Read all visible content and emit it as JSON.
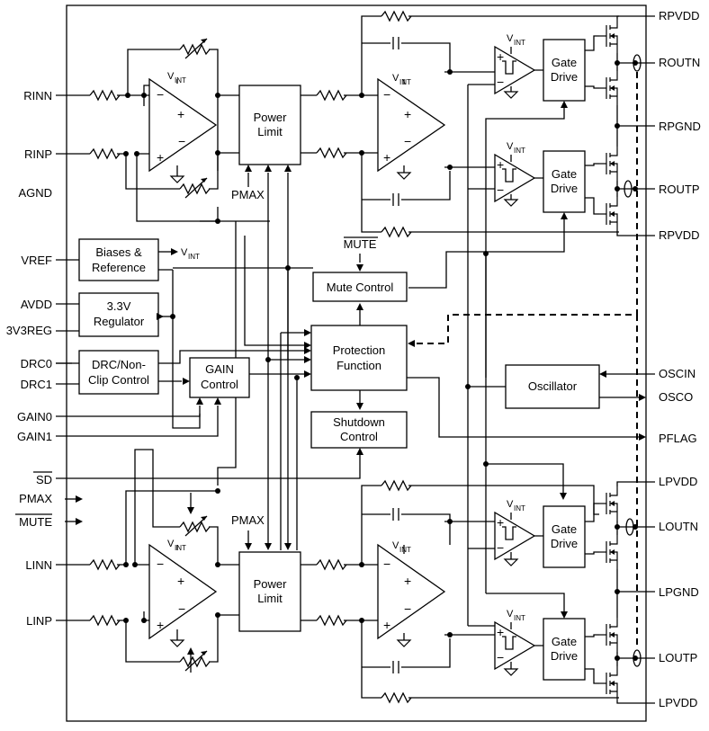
{
  "pins": {
    "left": {
      "rinn": "RINN",
      "rinp": "RINP",
      "agnd": "AGND",
      "vref": "VREF",
      "avdd": "AVDD",
      "v3v3reg": "3V3REG",
      "drc0": "DRC0",
      "drc1": "DRC1",
      "gain0": "GAIN0",
      "gain1": "GAIN1",
      "sd": "SD",
      "pmax": "PMAX",
      "mute": "MUTE",
      "linn": "LINN",
      "linp": "LINP"
    },
    "right": {
      "rpvdd_top": "RPVDD",
      "routn": "ROUTN",
      "rpgnd": "RPGND",
      "routp": "ROUTP",
      "rpvdd_bot": "RPVDD",
      "oscin": "OSCIN",
      "osco": "OSCO",
      "pflag": "PFLAG",
      "lpvdd_top": "LPVDD",
      "loutn": "LOUTN",
      "lpgnd": "LPGND",
      "loutp": "LOUTP",
      "lpvdd_bot": "LPVDD"
    }
  },
  "blocks": {
    "power_limit": [
      "Power",
      "Limit"
    ],
    "gate_drive": [
      "Gate",
      "Drive"
    ],
    "biases": [
      "Biases &",
      "Reference"
    ],
    "regulator": [
      "3.3V",
      "Regulator"
    ],
    "drc": [
      "DRC/Non-",
      "Clip Control"
    ],
    "gain": [
      "GAIN",
      "Control"
    ],
    "protection": [
      "Protection",
      "Function"
    ],
    "shutdown": [
      "Shutdown",
      "Control"
    ],
    "mute_control": "Mute Control",
    "oscillator": "Oscillator"
  },
  "labels": {
    "vint_v": "V",
    "vint_sub": "INT",
    "pmax": "PMAX",
    "mute": "MUTE",
    "plus": "+",
    "minus": "−"
  }
}
